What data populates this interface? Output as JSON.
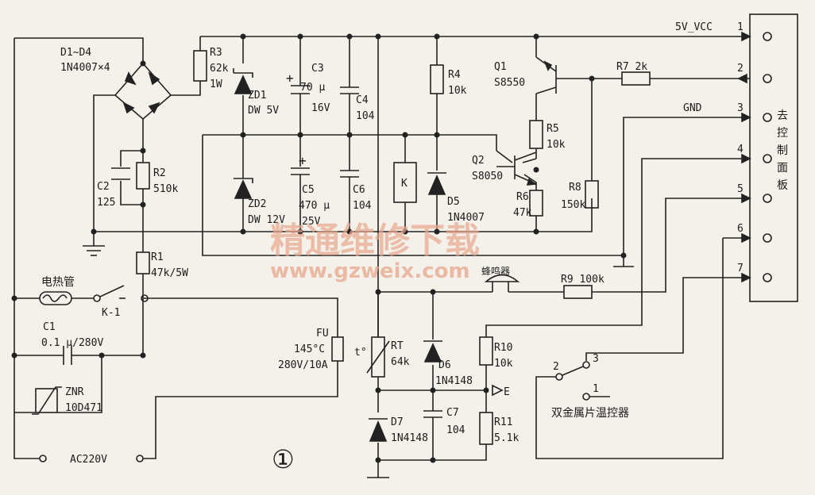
{
  "components": {
    "bridge": [
      "D1~D4",
      "1N4007×4"
    ],
    "r3": [
      "R3",
      "62k",
      "1W"
    ],
    "zd1": [
      "ZD1",
      "DW 5V"
    ],
    "c3": [
      "C3",
      "70 μ",
      "16V"
    ],
    "c4": [
      "C4",
      "104"
    ],
    "r4": [
      "R4",
      "10k"
    ],
    "q1": [
      "Q1",
      "S8550"
    ],
    "r7": [
      "R7 2k"
    ],
    "c2": [
      "C2",
      "125"
    ],
    "r2": [
      "R2",
      "510k"
    ],
    "zd2": [
      "ZD2",
      "DW 12V"
    ],
    "c5": [
      "C5",
      "470 μ",
      "25V"
    ],
    "c6": [
      "C6",
      "104"
    ],
    "relay": [
      "K"
    ],
    "d5": [
      "D5",
      "1N4007"
    ],
    "q2": [
      "Q2",
      "S8050"
    ],
    "r5": [
      "R5",
      "10k"
    ],
    "r6": [
      "R6",
      "47k"
    ],
    "r8": [
      "R8",
      "150k"
    ],
    "r1": [
      "R1",
      "47k/5W"
    ],
    "heater": [
      "电热管"
    ],
    "switch_k1": [
      "K-1"
    ],
    "c1": [
      "C1",
      "0.1 μ/280V"
    ],
    "znr": [
      "ZNR",
      "10D471"
    ],
    "ac": [
      "AC220V"
    ],
    "fu": [
      "FU",
      "145°C",
      "280V/10A"
    ],
    "rt": [
      "RT",
      "64k",
      "t°"
    ],
    "d6": [
      "D6",
      "1N4148"
    ],
    "r9": [
      "R9 100k"
    ],
    "buzzer": [
      "蜂鸣器"
    ],
    "r10": [
      "R10",
      "10k"
    ],
    "r11": [
      "R11",
      "5.1k"
    ],
    "d7": [
      "D7",
      "1N4148"
    ],
    "c7": [
      "C7",
      "104"
    ],
    "test_e": [
      "E"
    ],
    "bimetal": [
      "双金属片温控器"
    ],
    "bimetal_pins": [
      "1",
      "2",
      "3"
    ]
  },
  "nets": {
    "vcc": "5V_VCC",
    "gnd": "GND"
  },
  "panel": {
    "label": [
      "去",
      "控",
      "制",
      "面",
      "板"
    ],
    "pins": [
      "1",
      "2",
      "3",
      "4",
      "5",
      "6",
      "7"
    ]
  },
  "figure_number": "①",
  "watermark": {
    "site": "精通维修下载",
    "url": "www.gzweix.com"
  }
}
